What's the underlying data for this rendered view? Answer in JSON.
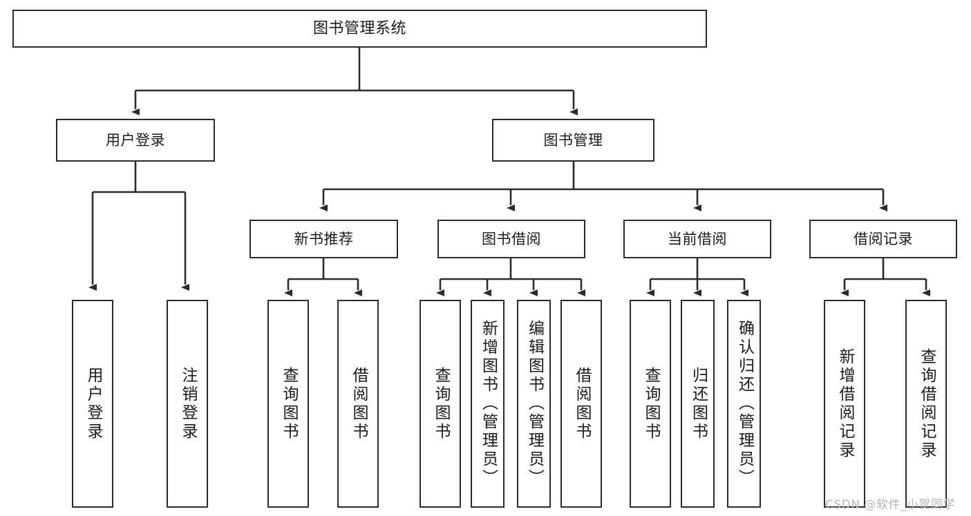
{
  "diagram": {
    "type": "tree-hierarchy-chart",
    "title": "图书管理系统",
    "watermark": "CSDN @软件_小贺同学",
    "colors": {
      "stroke": "#2b2b2b",
      "fill": "#ffffff",
      "text": "#1a1a1a",
      "watermark": "#b6b6b6"
    },
    "levels": {
      "root": {
        "label": "图书管理系统"
      },
      "level2": [
        {
          "label": "用户登录"
        },
        {
          "label": "图书管理"
        }
      ],
      "level3": [
        {
          "label": "新书推荐"
        },
        {
          "label": "图书借阅"
        },
        {
          "label": "当前借阅"
        },
        {
          "label": "借阅记录"
        }
      ],
      "leaves": [
        {
          "label": "用户登录",
          "parent": "用户登录"
        },
        {
          "label": "注销登录",
          "parent": "用户登录"
        },
        {
          "label": "查询图书",
          "parent": "新书推荐"
        },
        {
          "label": "借阅图书",
          "parent": "新书推荐"
        },
        {
          "label": "查询图书",
          "parent": "图书借阅"
        },
        {
          "label": "新增图书（管理员）",
          "parent": "图书借阅"
        },
        {
          "label": "编辑图书（管理员）",
          "parent": "图书借阅"
        },
        {
          "label": "借阅图书",
          "parent": "图书借阅"
        },
        {
          "label": "查询图书",
          "parent": "当前借阅"
        },
        {
          "label": "归还图书",
          "parent": "当前借阅"
        },
        {
          "label": "确认归还（管理员）",
          "parent": "当前借阅"
        },
        {
          "label": "新增借阅记录",
          "parent": "借阅记录"
        },
        {
          "label": "查询借阅记录",
          "parent": "借阅记录"
        }
      ]
    }
  }
}
